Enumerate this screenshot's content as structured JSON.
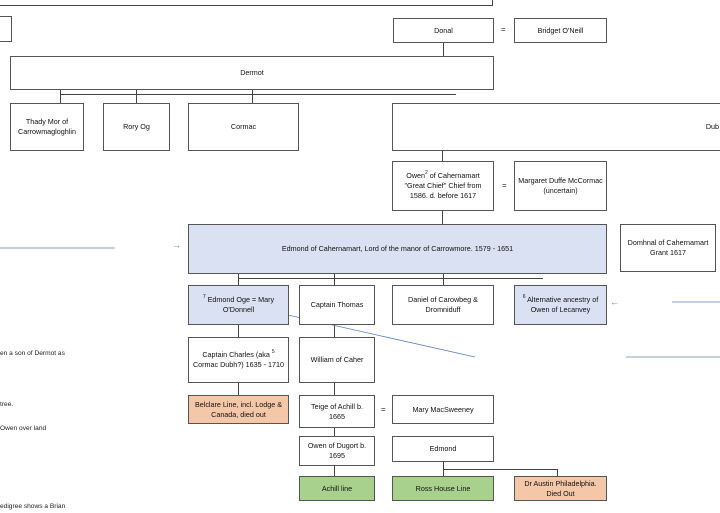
{
  "boxes": {
    "donal": "Donal",
    "bridget": "Bridget O'Neill",
    "dermot": "Dermot",
    "thady": "Thady Mor of Carrowmagloghlin",
    "rory": "Rory Og",
    "cormac": "Cormac",
    "dub": "Dub",
    "owen_sup": "2",
    "owen_a": " of Cahernamart",
    "owen_b": "\"Great Chief\" Chief from 1586. d. before 1617",
    "owen_name": "Owen",
    "margaret": "Margaret Duffe McCormac (uncertain)",
    "edmond": "Edmond of Cahernamart, Lord of the manor of Carrowmore. 1579 - 1651",
    "domhnal": "Domhnal of Cahernamart Grant 1617",
    "edmond_oge_sup": "7",
    "edmond_oge": " Edmond Oge = Mary O'Donnell",
    "captain_thomas": "Captain Thomas",
    "daniel": "Daniel of Carowbeg & Dromniduff",
    "alt_sup": "6",
    "alternative": " Alternative ancestry of Owen of Lecanvey",
    "captain_charles_a": "Captain Charles (aka",
    "captain_charles_sup": "5",
    "captain_charles_b": "Cormac Dubh?) 1635 - 1710",
    "william": "William of Caher",
    "belclare": "Belclare Line, incl. Lodge & Canada, died out",
    "teige": "Teige of Achill b. 1665",
    "mary": "Mary MacSweeney",
    "owen_dugort": "Owen of Dugort b. 1695",
    "edmond2": "Edmond",
    "achill": "Achill line",
    "ross": "Ross House  Line",
    "austin": "Dr Austin Philadelphia. Died Out"
  },
  "equals": "=",
  "notes": {
    "n1": "en a son of Dermot as",
    "n2": "tree.",
    "n3": "Owen over land",
    "n4": "edigree shows a Brian"
  },
  "arrows": {
    "right": "→",
    "left": "←"
  },
  "colors": {
    "blue_fill": "#d9e1f2",
    "orange_fill": "#f4c7a8",
    "green_fill": "#a9d18e",
    "arrow_line": "#5b7fb8"
  }
}
